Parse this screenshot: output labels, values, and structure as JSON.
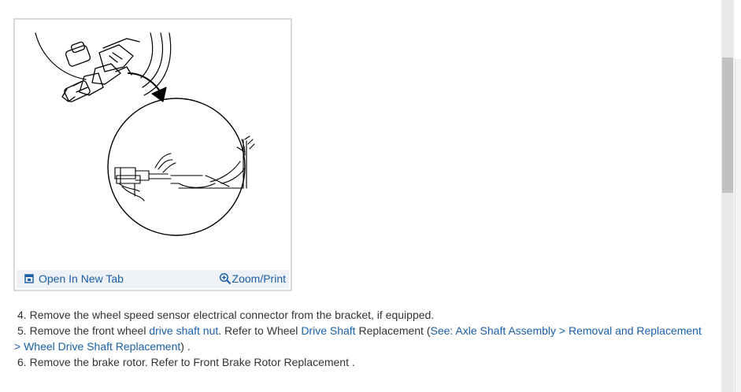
{
  "figure": {
    "toolbar": {
      "open_tab_label": "Open In New Tab",
      "zoom_label": "Zoom/Print"
    }
  },
  "steps": [
    {
      "number": "4.",
      "text": "Remove the wheel speed sensor electrical connector from the bracket, if equipped."
    },
    {
      "number": "5.",
      "text_a": "Remove the front wheel ",
      "link_drive_shaft_nut": "drive shaft nut",
      "text_b": ". Refer to Wheel ",
      "link_drive_shaft": "Drive Shaft",
      "text_c": " Replacement (",
      "link_see": "See: Axle Shaft Assembly > Removal and Replacement > Wheel Drive Shaft Replacement",
      "text_d": ") ."
    },
    {
      "number": "6.",
      "text": "Remove the brake rotor. Refer to Front Brake Rotor Replacement ."
    }
  ],
  "colors": {
    "link": "#1a5fa8",
    "text": "#333333",
    "toolbar_bg": "#eef1f5",
    "card_border": "#d9d9d9"
  },
  "icons": {
    "open_tab": "open-in-new-tab-icon",
    "zoom": "magnifier-plus-icon"
  }
}
